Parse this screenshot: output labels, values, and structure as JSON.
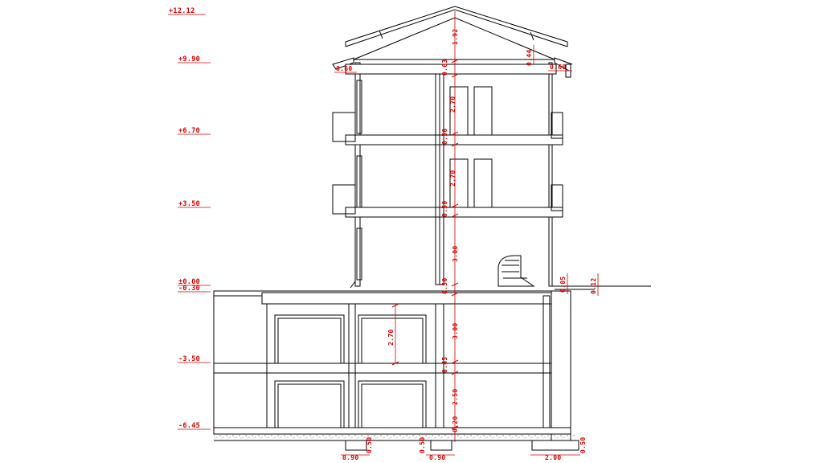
{
  "levels": {
    "l1": "+12.12",
    "l2": "+9.90",
    "l3": "+6.70",
    "l4": "+3.50",
    "l5": "±0.00",
    "l6": "-0.30",
    "l7": "-3.50",
    "l8": "-6.45"
  },
  "dimensions": {
    "d_192": "1.92",
    "d_063": "0.63",
    "d_270a": "2.70",
    "d_050a": "0.50",
    "d_270b": "2.70",
    "d_050b": "0.50",
    "d_300a": "3.00",
    "d_050c": "0.50",
    "d_300b": "3.00",
    "d_045": "0.45",
    "d_250": "2.50",
    "d_020": "0.20",
    "d_270_basement": "2.70",
    "d_044": "0.44",
    "d_060_left": "0.60",
    "d_060_right": "0.60",
    "d_005": "0.05",
    "d_012": "0.12",
    "f_090a": "0.90",
    "f_050a": "0.50",
    "f_050b": "0.50",
    "f_090b": "0.90",
    "f_200": "2.00",
    "f_050c": "0.50"
  },
  "colors": {
    "annotation": "#d40000",
    "linework": "#000000"
  }
}
